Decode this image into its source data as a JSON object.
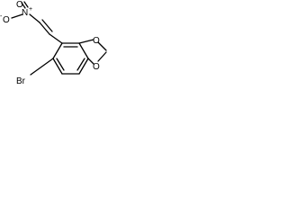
{
  "molecule": {
    "atoms": {
      "nitro_o_minus": "O",
      "nitro_o_minus_charge": "-",
      "nitro_n": "N",
      "nitro_n_charge": "+",
      "nitro_o": "O",
      "bromine": "Br",
      "ring_o_top": "O",
      "ring_o_bottom": "O"
    }
  }
}
